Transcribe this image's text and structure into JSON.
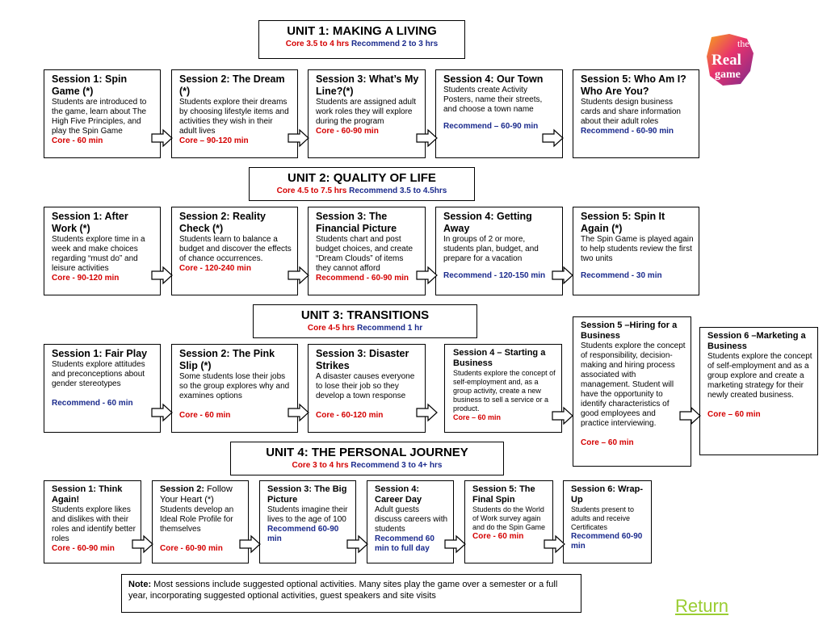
{
  "units": [
    {
      "title": "UNIT 1: MAKING A LIVING",
      "core": "Core 3.5 to 4 hrs",
      "recommend": "Recommend  2 to 3 hrs",
      "sessions": [
        {
          "title": "Session 1: Spin Game (*)",
          "desc": "Students are introduced to the game, learn about The High Five Principles, and play the Spin Game",
          "time": "Core - 60 min",
          "time_color": "red"
        },
        {
          "title": "Session 2: The Dream (*)",
          "desc": "Students explore their dreams by choosing lifestyle items and activities they wish in their adult lives",
          "time": "Core – 90-120 min",
          "time_color": "red"
        },
        {
          "title": "Session 3: What’s My Line?(*)",
          "desc": "Students are assigned adult work roles they will explore during the program",
          "time": "Core - 60-90 min",
          "time_color": "red"
        },
        {
          "title": "Session 4: Our Town",
          "desc": "Students create Activity Posters, name their streets, and choose a town name",
          "time": "Recommend – 60-90 min",
          "time_color": "blue"
        },
        {
          "title": "Session 5: Who Am I? Who Are You?",
          "desc": "Students design business cards and share information about their adult roles",
          "time": "Recommend - 60-90 min",
          "time_color": "blue"
        }
      ]
    },
    {
      "title": "UNIT 2: QUALITY OF LIFE",
      "core": "Core 4.5 to 7.5 hrs",
      "recommend": "Recommend 3.5 to 4.5hrs",
      "sessions": [
        {
          "title": "Session 1: After Work (*)",
          "desc": "Students explore time in a week and make choices regarding “must do” and leisure activities",
          "time": "Core - 90-120 min",
          "time_color": "red"
        },
        {
          "title": "Session 2: Reality Check (*)",
          "desc": "Students learn to balance a budget and discover the effects of chance occurrences.",
          "time": "Core - 120-240 min",
          "time_color": "red"
        },
        {
          "title": "Session 3: The Financial Picture",
          "desc": "Students chart and post budget choices, and create “Dream Clouds” of items they cannot afford",
          "time": "Recommend - 60-90 min",
          "time_color": "red"
        },
        {
          "title": "Session 4: Getting Away",
          "desc": "In groups of 2 or more, students plan, budget, and prepare for a vacation",
          "time": "Recommend - 120-150 min",
          "time_color": "blue"
        },
        {
          "title": "Session 5: Spin It Again (*)",
          "desc": "The Spin Game is played again to help students review the first two units",
          "time": "Recommend - 30 min",
          "time_color": "blue"
        }
      ]
    },
    {
      "title": "UNIT 3: TRANSITIONS",
      "core": "Core 4-5 hrs",
      "recommend": "Recommend 1 hr",
      "sessions": [
        {
          "title": "Session 1: Fair Play",
          "desc": "Students explore attitudes and preconceptions about gender stereotypes",
          "time": "Recommend - 60 min",
          "time_color": "blue"
        },
        {
          "title": "Session 2: The Pink Slip (*)",
          "desc": "Some students lose their jobs so the group explores why and examines options",
          "time": "Core - 60 min",
          "time_color": "red"
        },
        {
          "title": "Session 3: Disaster Strikes",
          "desc": "A disaster causes everyone to lose their job so they develop a town response",
          "time": "Core - 60-120 min",
          "time_color": "red"
        },
        {
          "title": "Session 4 – Starting a Business",
          "desc": "Students explore the concept of self-employment and, as a group activity, create a new business to sell a service or a product.",
          "time": "Core – 60 min",
          "time_color": "red"
        },
        {
          "title": "Session 5 –Hiring for a Business",
          "desc": "Students explore the concept of responsibility, decision-making and hiring process associated with management. Student will have the opportunity to identify characteristics of good employees and practice interviewing.",
          "time": "Core – 60 min",
          "time_color": "red"
        },
        {
          "title": "Session 6 –Marketing a Business",
          "desc": "Students explore the concept of self-employment and as a group explore and create a marketing strategy for their newly created business.",
          "time": "Core – 60 min",
          "time_color": "red"
        }
      ]
    },
    {
      "title": "UNIT 4: THE PERSONAL JOURNEY",
      "core": "Core 3 to 4 hrs",
      "recommend": "Recommend 3 to 4+ hrs",
      "sessions": [
        {
          "title": "Session 1: Think Again!",
          "desc": "Students explore likes and dislikes with their roles and identify better roles",
          "time": "Core - 60-90 min",
          "time_color": "red"
        },
        {
          "title": "Session 2:",
          "title_rest": " Follow Your Heart (*)",
          "desc": "Students develop an Ideal Role Profile for themselves",
          "time": "Core - 60-90 min",
          "time_color": "red"
        },
        {
          "title": "Session 3: The Big Picture",
          "desc": "Students imagine their lives to the age of 100",
          "time": "Recommend  60-90 min",
          "time_color": "blue"
        },
        {
          "title": "Session 4: Career Day",
          "desc": "Adult guests discuss careers with students",
          "time": "Recommend 60 min to full day",
          "time_color": "blue"
        },
        {
          "title": "Session 5: The Final Spin",
          "desc": "Students do the World of Work survey again and do the Spin Game",
          "time": "Core - 60 min",
          "time_color": "red"
        },
        {
          "title": "Session 6: Wrap-Up",
          "desc": "Students present to adults and receive Certificates",
          "time": "Recommend 60-90 min",
          "time_color": "blue"
        }
      ]
    }
  ],
  "note": {
    "label": "Note:",
    "text": "Most sessions include suggested optional activities. Many sites play the game over a semester or a full year, incorporating suggested optional activities, guest speakers and site visits"
  },
  "return_link": "Return",
  "logo": {
    "line1": "the",
    "line2": "Real",
    "line3": "game"
  },
  "colors": {
    "core": "#d40000",
    "recommend": "#1a2a8c",
    "link": "#9acd32"
  }
}
